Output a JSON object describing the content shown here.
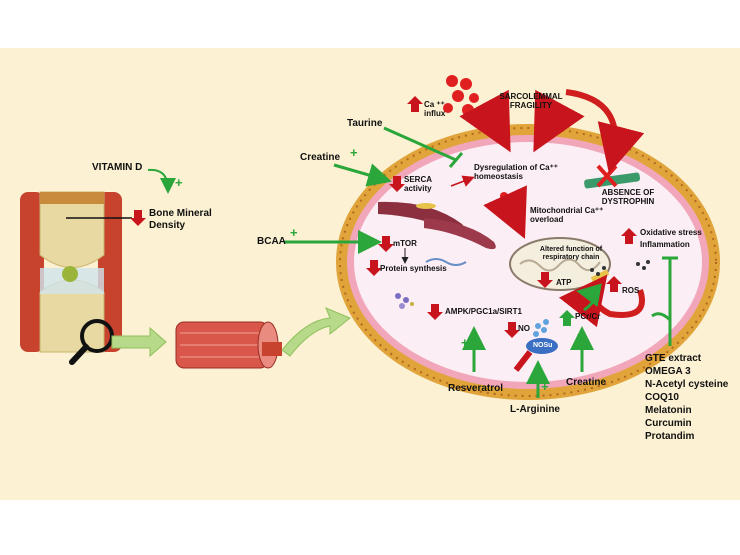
{
  "colors": {
    "background": "#fcf1d3",
    "membrane_outer": "#e0a43a",
    "membrane_inner": "#f2a6ba",
    "cytoplasm": "#fbeef4",
    "inhibit_red": "#c8141c",
    "promote_green": "#2aa63a"
  },
  "left": {
    "vitamin_d": "VITAMIN D",
    "vitamin_d_effect": "+",
    "bone_density": "Bone Mineral Density",
    "bone_density_arrow": "down-arrow"
  },
  "external_factors": {
    "taurine": "Taurine",
    "creatine_top": "Creatine",
    "bcaa": "BCAA",
    "resveratrol": "Resveratrol",
    "l_arginine": "L-Arginine",
    "creatine_bottom": "Creatine",
    "plus": "+"
  },
  "cell": {
    "ca_influx": "Ca ⁺⁺ influx",
    "sarcolemmal": "SARCOLEMMAL FRAGILITY",
    "dysregulation": "Dysregulation of Ca⁺⁺ homeostasis",
    "serca": "SERCA activity",
    "absence": "ABSENCE OF DYSTROPHIN",
    "mito_overload": "Mitochondrial  Ca⁺⁺ overload",
    "mtor": "mTOR",
    "protein_synthesis": "Protein synthesis",
    "altered_function": "Altered function of respiratory chain",
    "atp": "ATP",
    "oxidative": "Oxidative stress",
    "inflammation": "Inflammation",
    "ros": "ROS",
    "ampk": "AMPK/PGC1a/SIRT1",
    "no": "NO",
    "nos": "NOSu",
    "pcr": "PCr/Cr"
  },
  "antioxidants": [
    "GTE extract",
    "OMEGA 3",
    "N-Acetyl cysteine",
    "COQ10",
    "Melatonin",
    "Curcumin",
    "Protandim"
  ]
}
